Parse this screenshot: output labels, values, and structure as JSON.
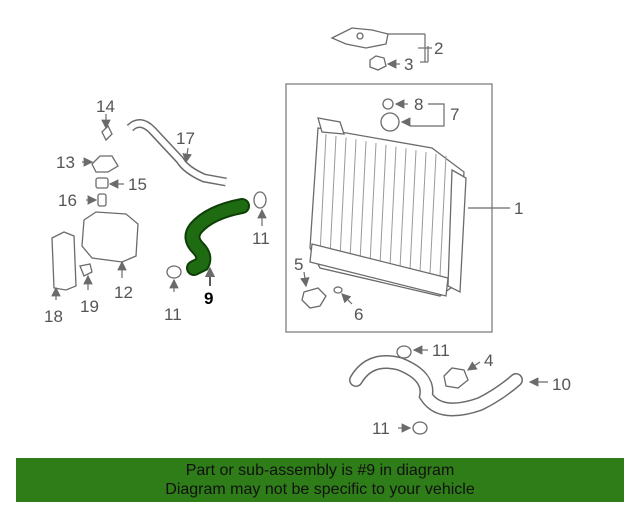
{
  "callouts": {
    "c1": "1",
    "c2": "2",
    "c3": "3",
    "c4": "4",
    "c5": "5",
    "c6": "6",
    "c7": "7",
    "c8": "8",
    "c9": "9",
    "c10": "10",
    "c11a": "11",
    "c11b": "11",
    "c11c": "11",
    "c11d": "11",
    "c12": "12",
    "c13": "13",
    "c14": "14",
    "c15": "15",
    "c16": "16",
    "c17": "17",
    "c18": "18",
    "c19": "19"
  },
  "highlight": {
    "part_number": "9",
    "color": "#1f6b12"
  },
  "banner": {
    "line1": "Part or sub-assembly is #9 in diagram",
    "line2": "Diagram may not be specific to your vehicle",
    "color": "#2e7d18"
  }
}
